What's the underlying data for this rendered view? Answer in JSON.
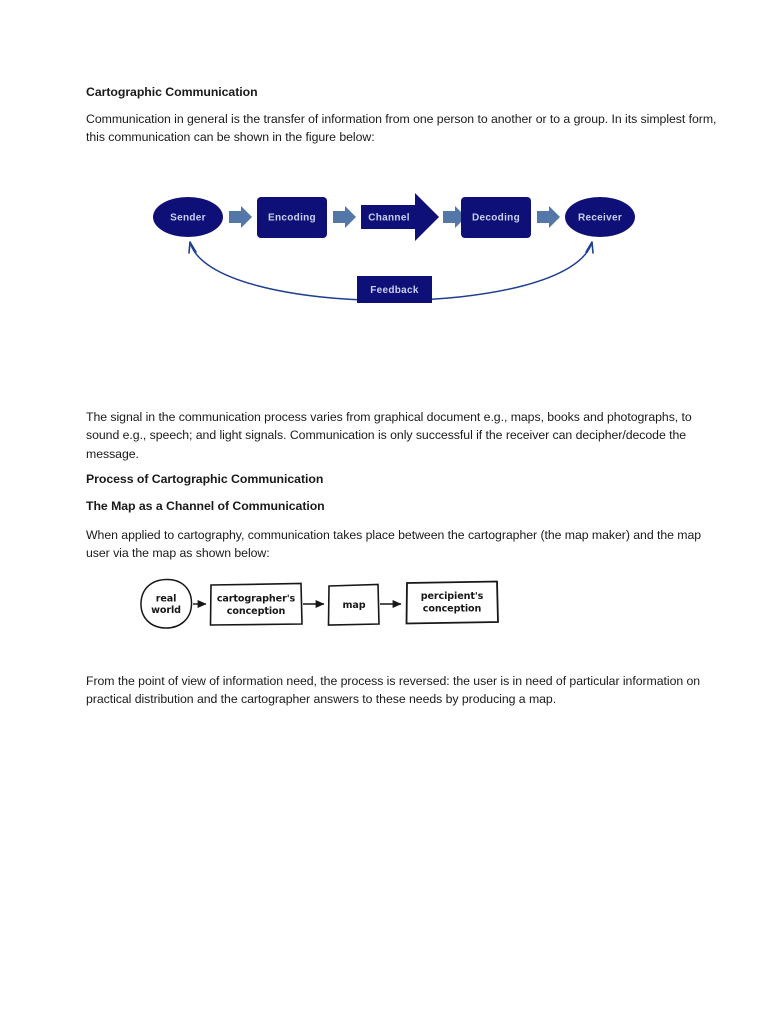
{
  "document": {
    "heading_main": "Cartographic Communication",
    "intro_paragraph": "Communication in general is the transfer of information from one person to another or to a group. In its simplest form, this communication can be shown in the figure below:",
    "signal_paragraph": "The signal in the communication process varies from graphical document e.g., maps, books and photographs, to sound e.g., speech; and light signals. Communication is only successful if the receiver can decipher/decode the message.",
    "heading_process": "Process of Cartographic Communication",
    "heading_map_channel": "The Map as a Channel of Communication",
    "applied_paragraph": "When applied to cartography, communication takes place between the cartographer (the map maker) and the map user via the map as shown below:",
    "closing_paragraph": "From the point of view of information need, the process is reversed: the user is in need of particular information on practical distribution and the cartographer answers to these needs by producing a map."
  },
  "figure_communication_model": {
    "nodes": [
      {
        "id": "sender",
        "label": "Sender",
        "shape": "ellipse"
      },
      {
        "id": "encoding",
        "label": "Encoding",
        "shape": "rounded-rect"
      },
      {
        "id": "channel",
        "label": "Channel",
        "shape": "block-arrow"
      },
      {
        "id": "decoding",
        "label": "Decoding",
        "shape": "rounded-rect"
      },
      {
        "id": "receiver",
        "label": "Receiver",
        "shape": "ellipse"
      },
      {
        "id": "feedback",
        "label": "Feedback",
        "shape": "rect"
      }
    ],
    "colors": {
      "node_fill": "#0f0f78",
      "node_text": "#c9d2ee",
      "connector_arrow": "#5277a8",
      "feedback_curve": "#1f3f8f"
    }
  },
  "figure_map_channel": {
    "nodes": [
      {
        "id": "real-world",
        "label_line1": "real",
        "label_line2": "world",
        "shape": "circle"
      },
      {
        "id": "cartographers-conception",
        "label_line1": "cartographer's",
        "label_line2": "conception",
        "shape": "rect"
      },
      {
        "id": "map",
        "label_line1": "map",
        "label_line2": "",
        "shape": "rect"
      },
      {
        "id": "percipients-conception",
        "label_line1": "percipient's",
        "label_line2": "conception",
        "shape": "rect"
      }
    ],
    "colors": {
      "stroke": "#171717",
      "text": "#171717"
    }
  }
}
